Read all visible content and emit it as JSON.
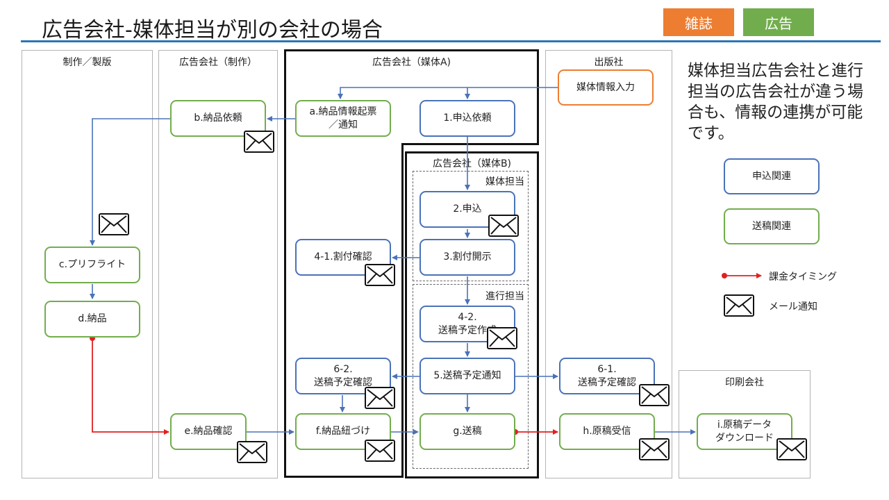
{
  "title": "広告会社-媒体担当が別の会社の場合",
  "tags": {
    "magazine": "雑誌",
    "ad": "広告"
  },
  "colors": {
    "magazine": "#ed7d31",
    "ad": "#72ad4d",
    "blue": "#4a72b8",
    "green": "#72ad4d",
    "orange": "#ed7d31",
    "billing": "#e02020"
  },
  "lanes": {
    "production": "制作／製版",
    "ad_production": "広告会社（制作）",
    "ad_media_a": "広告会社（媒体A)",
    "publisher": "出版社",
    "ad_media_b": "広告会社（媒体B)",
    "media_staff": "媒体担当",
    "progress_staff": "進行担当",
    "printing": "印刷会社"
  },
  "nodes": {
    "media_info": "媒体情報入力",
    "a_delivery_info": "a.納品情報起票\n／通知",
    "b_delivery_request": "b.納品依頼",
    "c_preflight": "c.プリフライト",
    "d_delivery": "d.納品",
    "e_delivery_check": "e.納品確認",
    "f_delivery_link": "f.納品紐づけ",
    "g_submission": "g.送稿",
    "h_receive": "h.原稿受信",
    "i_download": "i.原稿データ\nダウンロード",
    "s1_application_request": "1.申込依頼",
    "s2_application": "2.申込",
    "s3_allocation_open": "3.割付開示",
    "s4_1_allocation_check": "4-1.割付確認",
    "s4_2_schedule_create": "4-2.\n送稿予定作成",
    "s5_schedule_notice": "5.送稿予定通知",
    "s6_1_schedule_check": "6-1.\n送稿予定確認",
    "s6_2_schedule_check": "6-2.\n送稿予定確認"
  },
  "note": "媒体担当広告会社と進行担当の広告会社が違う場合も、情報の連携が可能です。",
  "legend": {
    "application": "申込関連",
    "submission": "送稿関連",
    "billing": "課金タイミング",
    "mail": "メール通知"
  }
}
